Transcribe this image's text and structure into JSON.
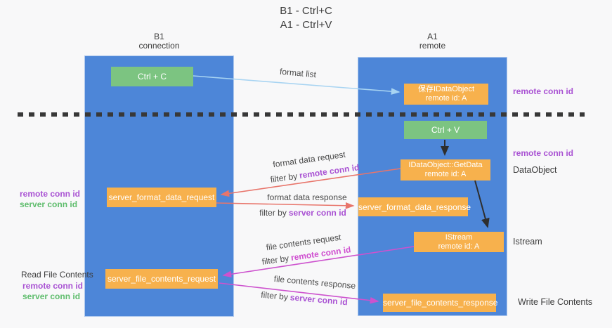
{
  "title": {
    "line1": "B1 - Ctrl+C",
    "line2": "A1 - Ctrl+V"
  },
  "lanes": {
    "left": {
      "name": "B1",
      "role": "connection"
    },
    "right": {
      "name": "A1",
      "role": "remote"
    }
  },
  "nodes": {
    "ctrl_c": {
      "label": "Ctrl + C"
    },
    "ctrl_v": {
      "label": "Ctrl + V"
    },
    "save_dataobject": {
      "line1": "保存IDataObject",
      "line2": "remote id: A"
    },
    "getdata": {
      "line1": "IDataObject::GetData",
      "line2": "remote id: A"
    },
    "istream": {
      "line1": "IStream",
      "line2": "remote id: A"
    },
    "format_request": {
      "label": "server_format_data_request"
    },
    "format_response": {
      "label": "server_format_data_response"
    },
    "file_request": {
      "label": "server_file_contents_request"
    },
    "file_response": {
      "label": "server_file_contents_response"
    }
  },
  "flows": {
    "format_list": {
      "label": "format list"
    },
    "format_request": {
      "label": "format data request",
      "filter_prefix": "filter by",
      "filter_id": "remote conn id"
    },
    "format_response": {
      "label": "format data response",
      "filter_prefix": "filter by",
      "filter_id": "server conn id"
    },
    "file_request": {
      "label": "file contents request",
      "filter_prefix": "filter by",
      "filter_id": "remote conn id"
    },
    "file_response": {
      "label": "file contents response",
      "filter_prefix": "filter by",
      "filter_id": "server conn id"
    }
  },
  "annotations": {
    "right_top_conn_id": "remote conn id",
    "right_mid_conn_id": "remote conn id",
    "dataobject": "DataObject",
    "istream": "Istream",
    "write_file": "Write File Contents",
    "read_file": "Read File Contents",
    "format_remote_conn_id": "remote conn id",
    "format_server_conn_id": "server conn id",
    "file_remote_conn_id": "remote conn id",
    "file_server_conn_id": "server conn id"
  },
  "colors": {
    "bg": "#f8f8f9",
    "lane_blue": "#4d86d8",
    "box_orange": "#f7b14d",
    "box_green": "#7cc481",
    "arrow_lightblue": "#a8d4f2",
    "arrow_red": "#e8756b",
    "arrow_magenta": "#cd52ce",
    "arrow_black": "#2e2e2e",
    "label_purple": "#a952d3",
    "label_magenta": "#cf4fd0",
    "label_green": "#5fbd6d",
    "text_dark": "#3d3d3d"
  }
}
